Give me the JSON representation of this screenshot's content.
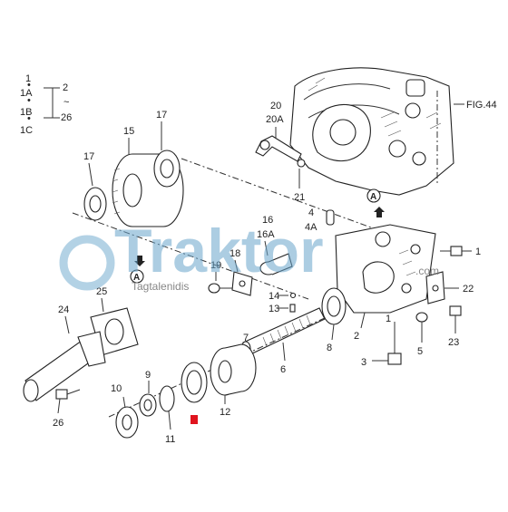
{
  "figure_ref": "FIG.44",
  "legend": {
    "left": [
      "1",
      "1A",
      "1B",
      "1C"
    ],
    "right": [
      "2",
      "26"
    ],
    "tilde": "~"
  },
  "callouts": {
    "p15": "15",
    "p17a": "17",
    "p17b": "17",
    "p20": "20",
    "p20a": "20A",
    "p21": "21",
    "p16": "16",
    "p16a": "16A",
    "p4": "4",
    "p4a": "4A",
    "p18": "18",
    "p19": "19",
    "p14": "14",
    "p13": "13",
    "p1": "1",
    "p22": "22",
    "p23": "23",
    "p3": "3",
    "p5": "5",
    "p8": "8",
    "p2": "2",
    "p6": "6",
    "p7": "7",
    "p12": "12",
    "p9": "9",
    "p10": "10",
    "p11": "11",
    "p24": "24",
    "p25": "25",
    "p26": "26"
  },
  "markers": {
    "a_top": "A",
    "a_left": "A"
  },
  "watermark": {
    "brand": "Traktor",
    "sub": "Tagtalenidis",
    "domain": ".com"
  },
  "colors": {
    "highlight": "#e0141e",
    "watermark": "#6aa6cc"
  }
}
